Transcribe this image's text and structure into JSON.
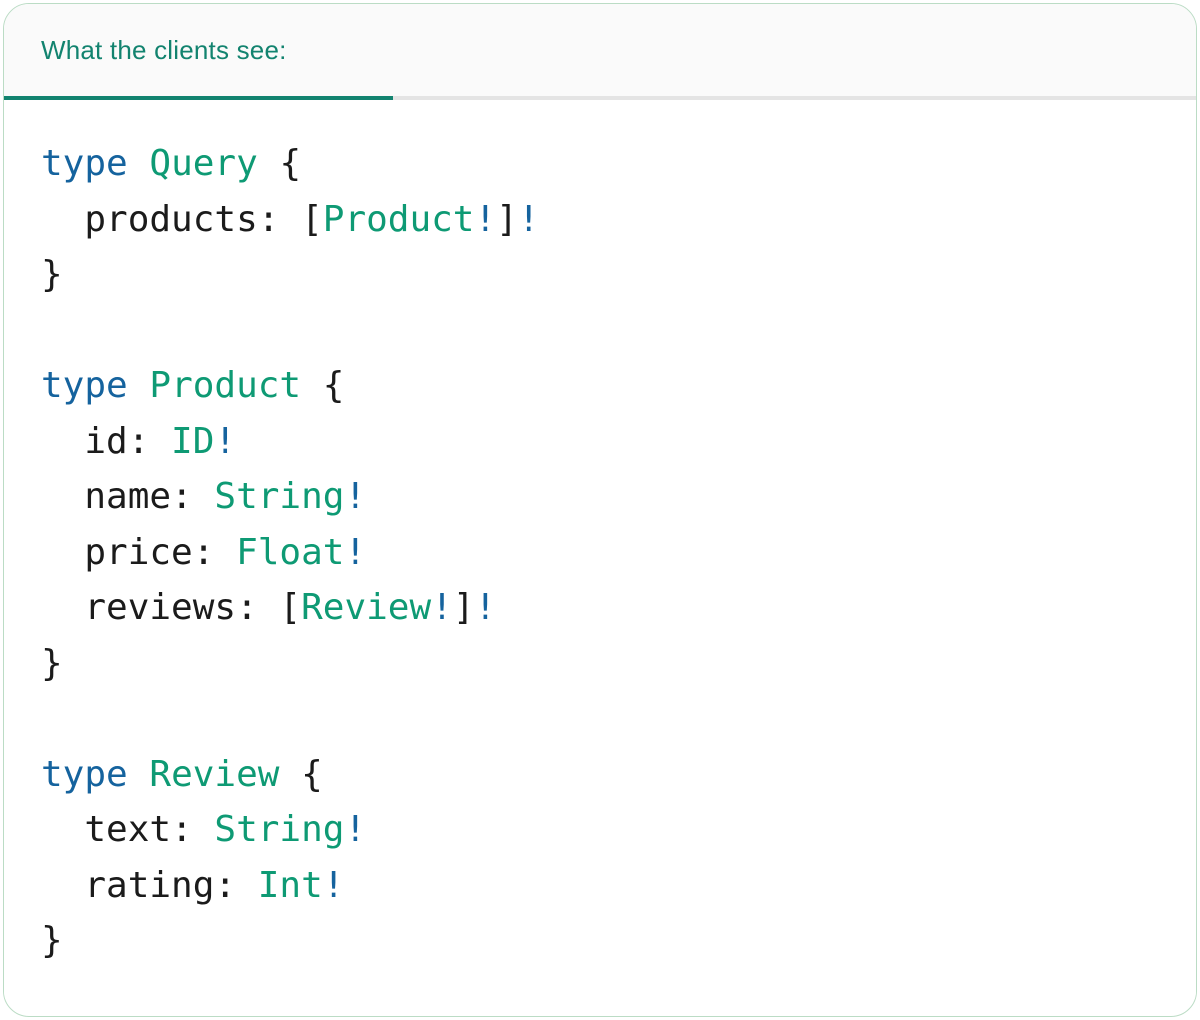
{
  "tab": {
    "label": "What the clients see:"
  },
  "colors": {
    "tab_text": "#12836F",
    "tab_underline": "#12836F",
    "tabbar_bg": "#FAFAFA",
    "tabbar_divider": "#E4E4E4",
    "card_border": "#BBDCC5",
    "code_keyword": "#15639E",
    "code_type": "#0E9A74",
    "code_text": "#1B1B1B"
  },
  "code": {
    "language": "graphql",
    "lines": [
      [
        [
          "k",
          "type"
        ],
        [
          "p",
          " "
        ],
        [
          "t",
          "Query"
        ],
        [
          "p",
          " {"
        ]
      ],
      [
        [
          "p",
          "  products: ["
        ],
        [
          "t",
          "Product"
        ],
        [
          "k",
          "!"
        ],
        [
          "p",
          "]"
        ],
        [
          "k",
          "!"
        ]
      ],
      [
        [
          "p",
          "}"
        ]
      ],
      [],
      [
        [
          "k",
          "type"
        ],
        [
          "p",
          " "
        ],
        [
          "t",
          "Product"
        ],
        [
          "p",
          " {"
        ]
      ],
      [
        [
          "p",
          "  id: "
        ],
        [
          "t",
          "ID"
        ],
        [
          "k",
          "!"
        ]
      ],
      [
        [
          "p",
          "  name: "
        ],
        [
          "t",
          "String"
        ],
        [
          "k",
          "!"
        ]
      ],
      [
        [
          "p",
          "  price: "
        ],
        [
          "t",
          "Float"
        ],
        [
          "k",
          "!"
        ]
      ],
      [
        [
          "p",
          "  reviews: ["
        ],
        [
          "t",
          "Review"
        ],
        [
          "k",
          "!"
        ],
        [
          "p",
          "]"
        ],
        [
          "k",
          "!"
        ]
      ],
      [
        [
          "p",
          "}"
        ]
      ],
      [],
      [
        [
          "k",
          "type"
        ],
        [
          "p",
          " "
        ],
        [
          "t",
          "Review"
        ],
        [
          "p",
          " {"
        ]
      ],
      [
        [
          "p",
          "  text: "
        ],
        [
          "t",
          "String"
        ],
        [
          "k",
          "!"
        ]
      ],
      [
        [
          "p",
          "  rating: "
        ],
        [
          "t",
          "Int"
        ],
        [
          "k",
          "!"
        ]
      ],
      [
        [
          "p",
          "}"
        ]
      ]
    ]
  }
}
